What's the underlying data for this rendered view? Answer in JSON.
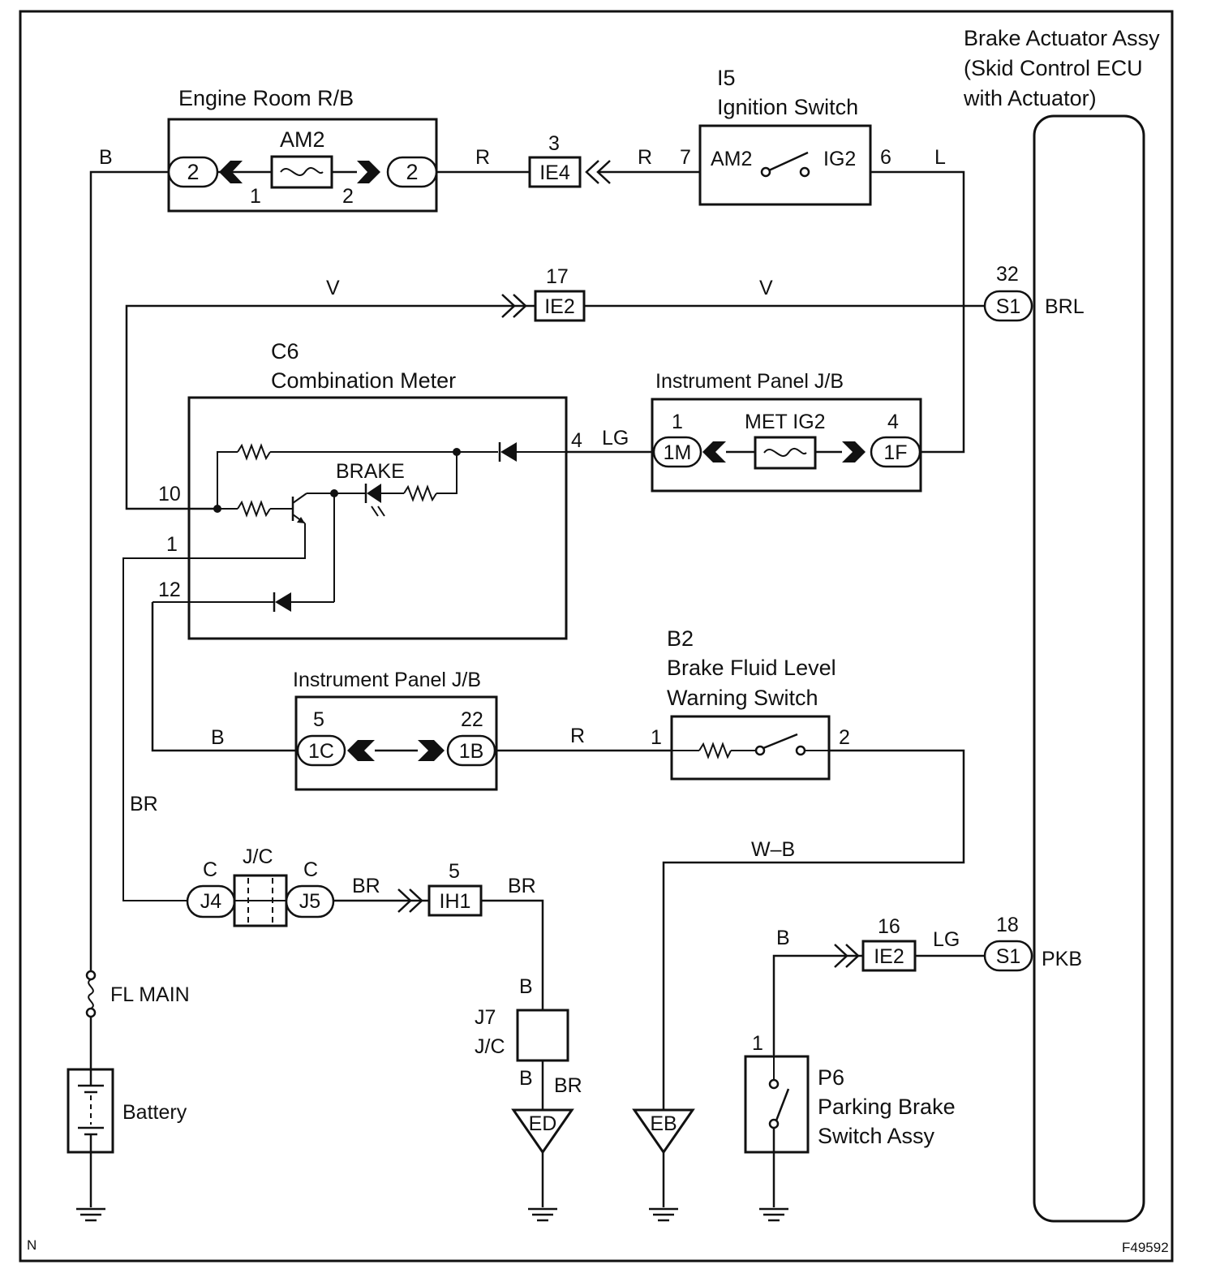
{
  "components": {
    "brake_actuator": {
      "line1": "Brake Actuator Assy",
      "line2": "(Skid Control ECU",
      "line3": "with Actuator)"
    },
    "engine_room_rb": {
      "name": "Engine Room R/B",
      "fuse": "AM2",
      "pin_in": "2",
      "pin_out": "2",
      "term_in": "1",
      "term_out": "2"
    },
    "ignition_switch": {
      "code": "I5",
      "name": "Ignition Switch",
      "left_term": "AM2",
      "right_term": "IG2",
      "left_pin": "7",
      "right_pin": "6"
    },
    "combination_meter": {
      "code": "C6",
      "name": "Combination Meter",
      "led_label": "BRAKE",
      "pin_10": "10",
      "pin_1": "1",
      "pin_12": "12",
      "pin_4": "4"
    },
    "instrument_panel_jb_1": {
      "name": "Instrument Panel J/B",
      "fuse": "MET IG2",
      "left_pin": "1",
      "left_conn": "1M",
      "right_pin": "4",
      "right_conn": "1F"
    },
    "instrument_panel_jb_2": {
      "name": "Instrument Panel J/B",
      "left_pin": "5",
      "left_conn": "1C",
      "right_pin": "22",
      "right_conn": "1B"
    },
    "brake_fluid_switch": {
      "code": "B2",
      "line1": "Brake  Fluid  Level",
      "line2": "Warning Switch",
      "pin_left": "1",
      "pin_right": "2"
    },
    "jc_upper": {
      "name": "J/C",
      "left_label": "C",
      "left_conn": "J4",
      "right_label": "C",
      "right_conn": "J5"
    },
    "j7_jc": {
      "code": "J7",
      "name": "J/C",
      "top_wire": "B",
      "bottom_wire": "B"
    },
    "parking_brake_switch": {
      "code": "P6",
      "line1": "Parking Brake",
      "line2": "Switch Assy",
      "pin": "1"
    },
    "fl_main": {
      "name": "FL MAIN"
    },
    "battery": {
      "name": "Battery"
    },
    "ground_ed": {
      "name": "ED"
    },
    "ground_eb": {
      "name": "EB"
    }
  },
  "connectors": {
    "ie4": {
      "name": "IE4",
      "pin": "3"
    },
    "ie2_top": {
      "name": "IE2",
      "pin": "17"
    },
    "ie2_bottom": {
      "name": "IE2",
      "pin": "16"
    },
    "ih1": {
      "name": "IH1",
      "pin": "5"
    },
    "s1_brl": {
      "name": "S1",
      "pin": "32",
      "signal": "BRL"
    },
    "s1_pkb": {
      "name": "S1",
      "pin": "18",
      "signal": "PKB"
    }
  },
  "wire_colors": {
    "battery_feed": "B",
    "rb_to_ie4": "R",
    "ie4_to_ign": "R",
    "ign_to_ecu": "L",
    "v_left": "V",
    "v_right": "V",
    "meter_to_jb": "LG",
    "b_to_jb": "B",
    "jb_to_switch": "R",
    "br_vertical": "BR",
    "j5_to_ih1": "BR",
    "ih1_down": "BR",
    "j7_to_ground": "BR",
    "switch_to_eb": "W–B",
    "pkb_left": "B",
    "pkb_right": "LG"
  },
  "footer": {
    "corner_left": "N",
    "figure_id": "F49592"
  }
}
